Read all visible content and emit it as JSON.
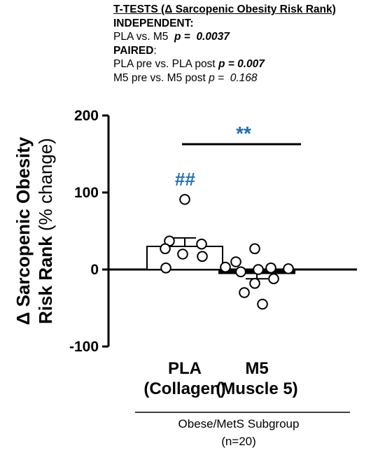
{
  "stats_box": {
    "heading": "T-TESTS (Δ Sarcopenic Obesity Risk Rank)",
    "independent_label": "INDEPENDENT:",
    "independent_text": "PLA vs. M5",
    "independent_p_label": "p =",
    "independent_p_value": "0.0037",
    "paired_label": "PAIRED",
    "paired_colon": ":",
    "paired_line1_text": "PLA pre vs. PLA post",
    "paired_line1_p": "p = 0.007",
    "paired_line2_text": "M5 pre vs. M5 post",
    "paired_line2_p_label": "p =",
    "paired_line2_p_value": "0.168"
  },
  "chart_data": {
    "type": "bar",
    "categories": [
      "PLA (Collagen)",
      "M5 (Muscle 5)"
    ],
    "category_lines": [
      [
        "PLA",
        "(Collagen)"
      ],
      [
        "M5",
        "(Muscle 5)"
      ]
    ],
    "bar_values": [
      30,
      -5
    ],
    "error_plus": [
      11,
      7
    ],
    "points": [
      [
        91,
        37,
        33,
        27,
        20,
        17,
        2
      ],
      [
        27,
        10,
        3,
        2,
        1,
        0,
        -3,
        -12,
        -18,
        -30,
        -45
      ]
    ],
    "ylim": [
      -100,
      200
    ],
    "yticks": [
      -100,
      0,
      100,
      200
    ],
    "ytick_labels": [
      "-100",
      "0",
      "100",
      "200"
    ],
    "ylabel_line1": "Δ Sarcopenic Obesity",
    "ylabel_line2_bold": "Risk Rank",
    "ylabel_line2_normal": " (% change)",
    "xgroup_label_line1": "Obese/MetS Subgroup",
    "xgroup_label_line2": "(n=20)",
    "significance_between": "**",
    "significance_within_pla": "##",
    "annotation_color": "#1f6fb2",
    "bar_fill": "#ffffff",
    "bar_stroke": "#000000"
  }
}
